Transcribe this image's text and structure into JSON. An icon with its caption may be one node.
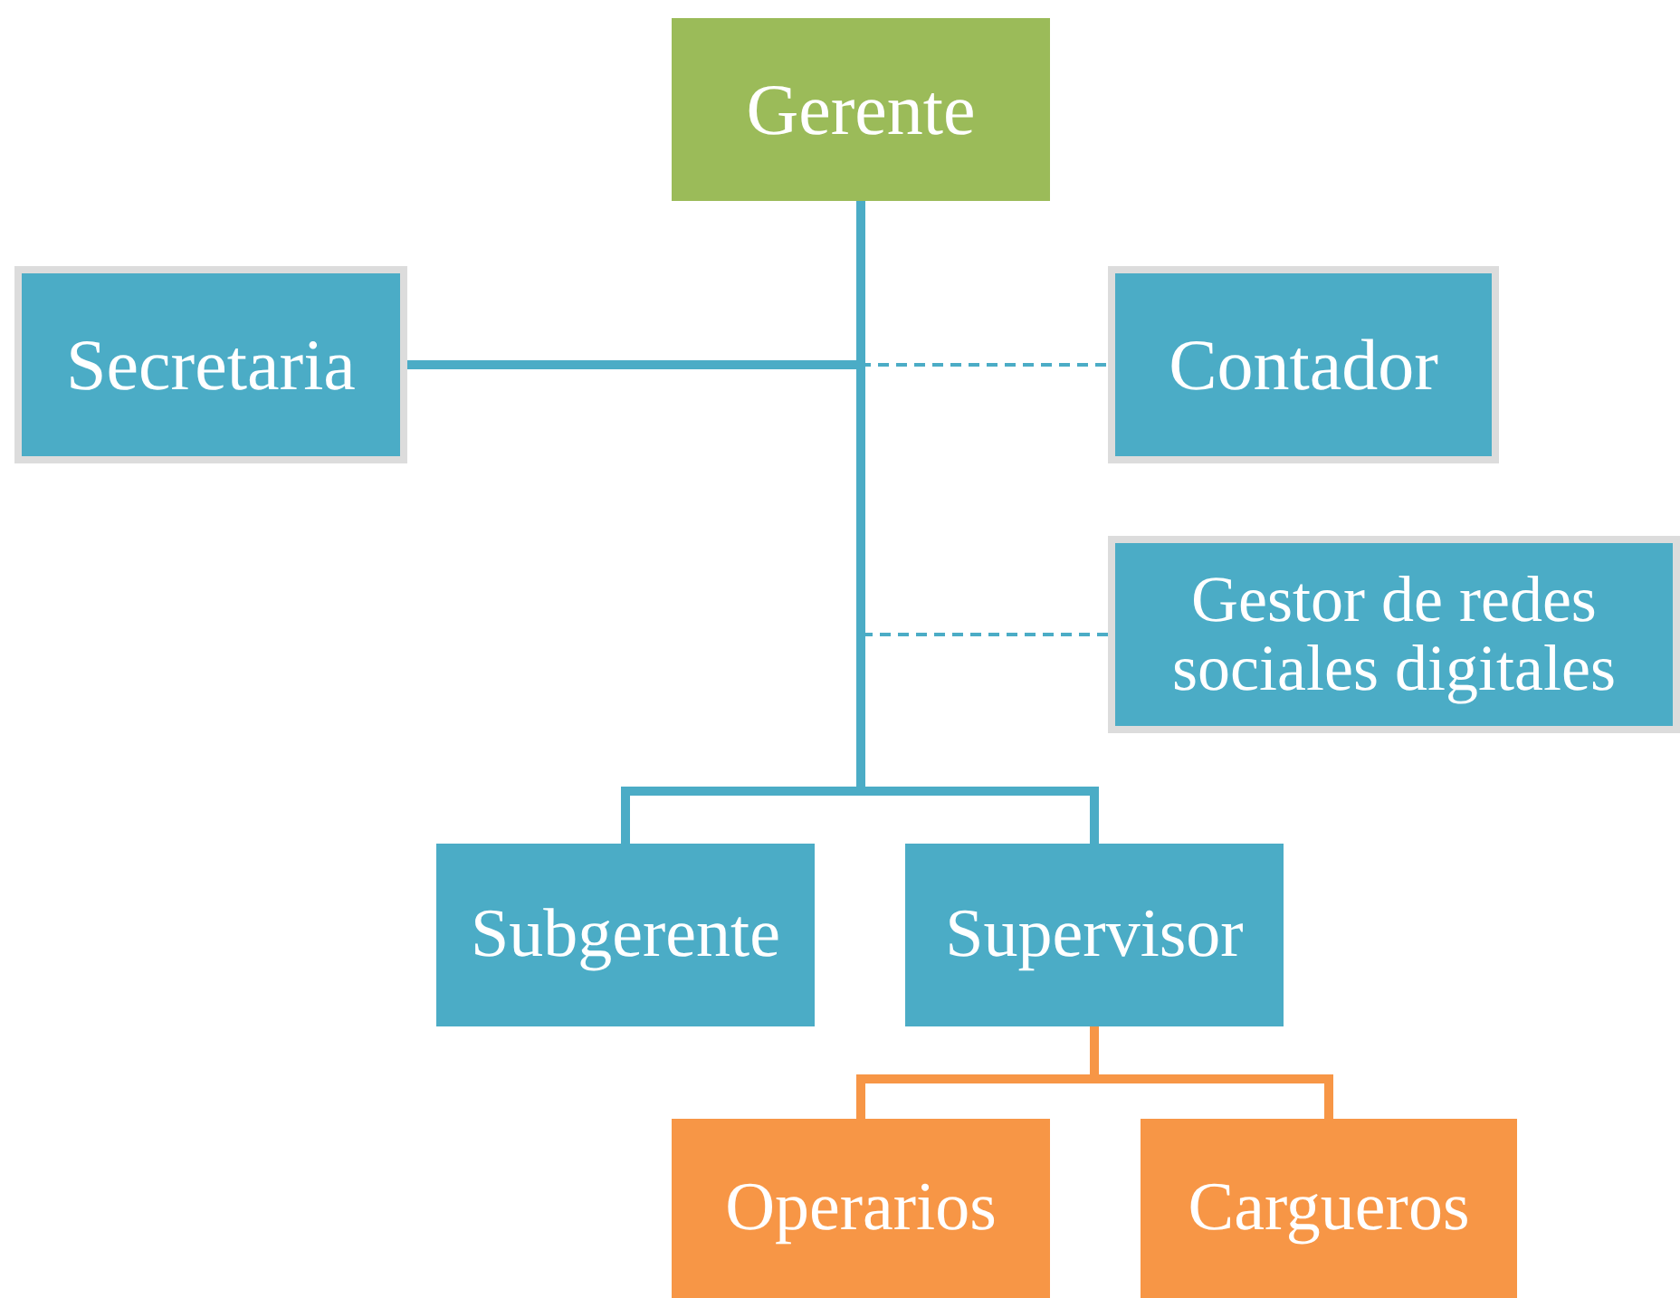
{
  "diagram": {
    "nodes": [
      {
        "text": [
          "Gerente"
        ]
      },
      {
        "text": [
          "Secretaria"
        ]
      },
      {
        "text": [
          "Contador"
        ]
      },
      {
        "text": [
          "Gestor de redes sociales digitales"
        ]
      },
      {
        "text": [
          "Subgerente"
        ]
      },
      {
        "text": [
          "Supervisor"
        ]
      },
      {
        "text": [
          "Operarios"
        ]
      },
      {
        "text": [
          "Cargueros"
        ]
      }
    ],
    "edges": [
      {
        "from": 0,
        "to": 1,
        "arrow": "none"
      },
      {
        "from": 0,
        "to": 2,
        "arrow": "none",
        "style": "dashed"
      },
      {
        "from": 0,
        "to": 3,
        "arrow": "none",
        "style": "dashed"
      },
      {
        "from": 0,
        "to": 4,
        "arrow": "none"
      },
      {
        "from": 0,
        "to": 5,
        "arrow": "none"
      },
      {
        "from": 5,
        "to": 6,
        "arrow": "none",
        "color": "#f79646"
      },
      {
        "from": 5,
        "to": 7,
        "arrow": "none",
        "color": "#f79646"
      }
    ]
  }
}
